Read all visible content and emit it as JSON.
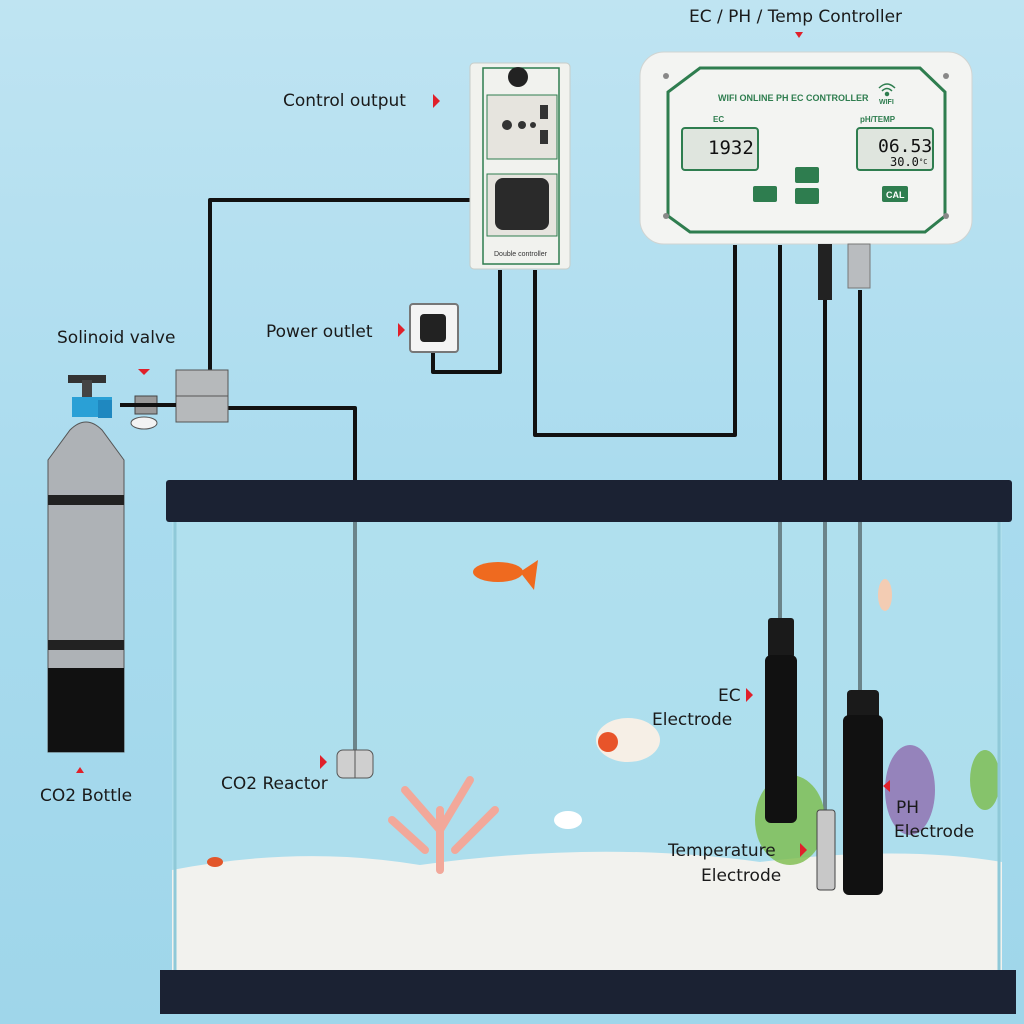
{
  "labels": {
    "controller": "EC / PH / Temp Controller",
    "control_output": "Control output",
    "solenoid_valve": "Solinoid valve",
    "power_outlet": "Power outlet",
    "co2_bottle": "CO2 Bottle",
    "co2_reactor": "CO2 Reactor",
    "ec_electrode_1": "EC",
    "ec_electrode_2": "Electrode",
    "temp_electrode_1": "Temperature",
    "temp_electrode_2": "Electrode",
    "ph_electrode_1": "PH",
    "ph_electrode_2": "Electrode"
  },
  "controller_device": {
    "title": "WIFI ONLINE PH EC CONTROLLER",
    "wifi": "WIFI",
    "ec_label": "EC",
    "ec_value": "1932",
    "ph_label": "pH/TEMP",
    "ph_value": "06.53",
    "temp_value": "30.0",
    "temp_unit": "°C",
    "cal_button": "CAL"
  },
  "double_controller": {
    "label": "Double controller"
  },
  "colors": {
    "marker": "#e0202a",
    "device_green": "#2e7d4f",
    "tank_frame": "#1b2233"
  }
}
